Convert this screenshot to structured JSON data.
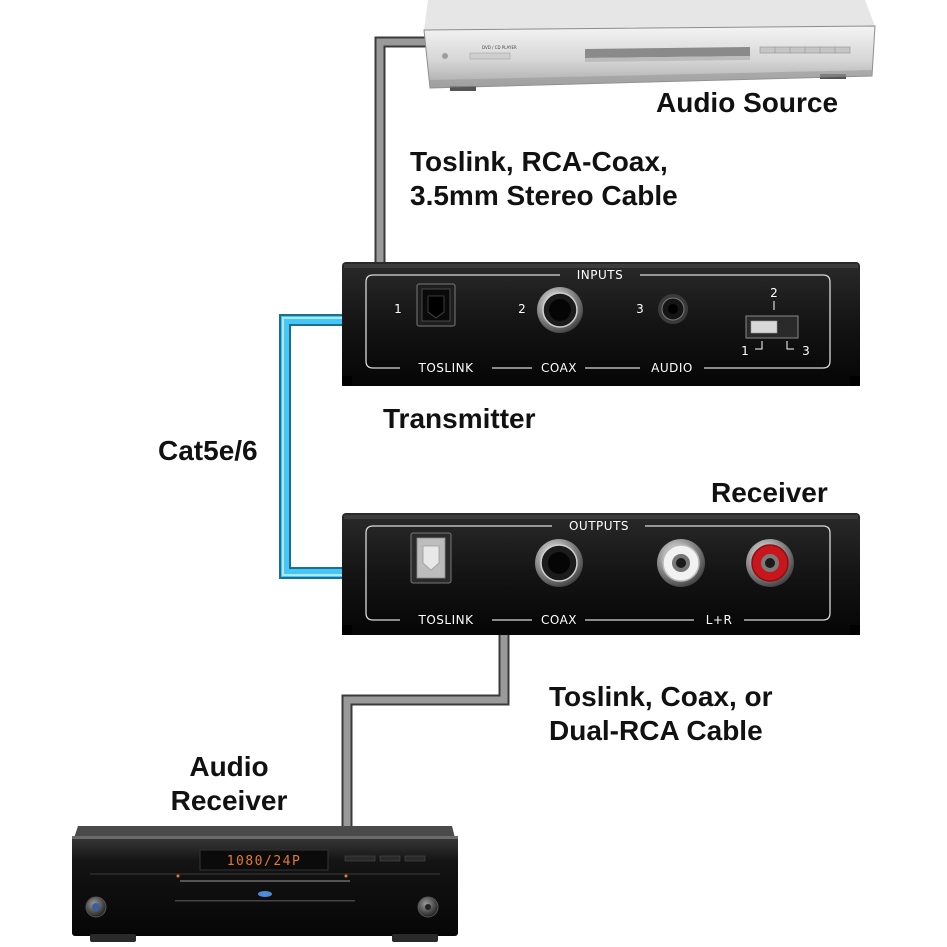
{
  "labels": {
    "audio_source": "Audio Source",
    "source_cable_line1": "Toslink, RCA-Coax,",
    "source_cable_line2": "3.5mm Stereo Cable",
    "transmitter": "Transmitter",
    "cat_cable": "Cat5e/6",
    "receiver": "Receiver",
    "output_cable_line1": "Toslink, Coax, or",
    "output_cable_line2": "Dual-RCA Cable",
    "audio_receiver_line1": "Audio",
    "audio_receiver_line2": "Receiver"
  },
  "transmitter_panel": {
    "title": "INPUTS",
    "port_labels": [
      "TOSLINK",
      "COAX",
      "AUDIO"
    ],
    "port_numbers": [
      "1",
      "2",
      "3"
    ],
    "switch_numbers": [
      "2",
      "1",
      "3"
    ]
  },
  "receiver_panel": {
    "title": "OUTPUTS",
    "port_labels": [
      "TOSLINK",
      "COAX",
      "L+R"
    ]
  },
  "audio_receiver_device": {
    "display": "1080/24P"
  },
  "source_device": {
    "model_text": "DVD / CD PLAYER"
  },
  "colors": {
    "cat_cable": "#35b6ec",
    "audio_cable": "#8c8c8c",
    "box": "#111111",
    "rca_red": "#c8161d",
    "rca_white": "#e9e9e9"
  }
}
